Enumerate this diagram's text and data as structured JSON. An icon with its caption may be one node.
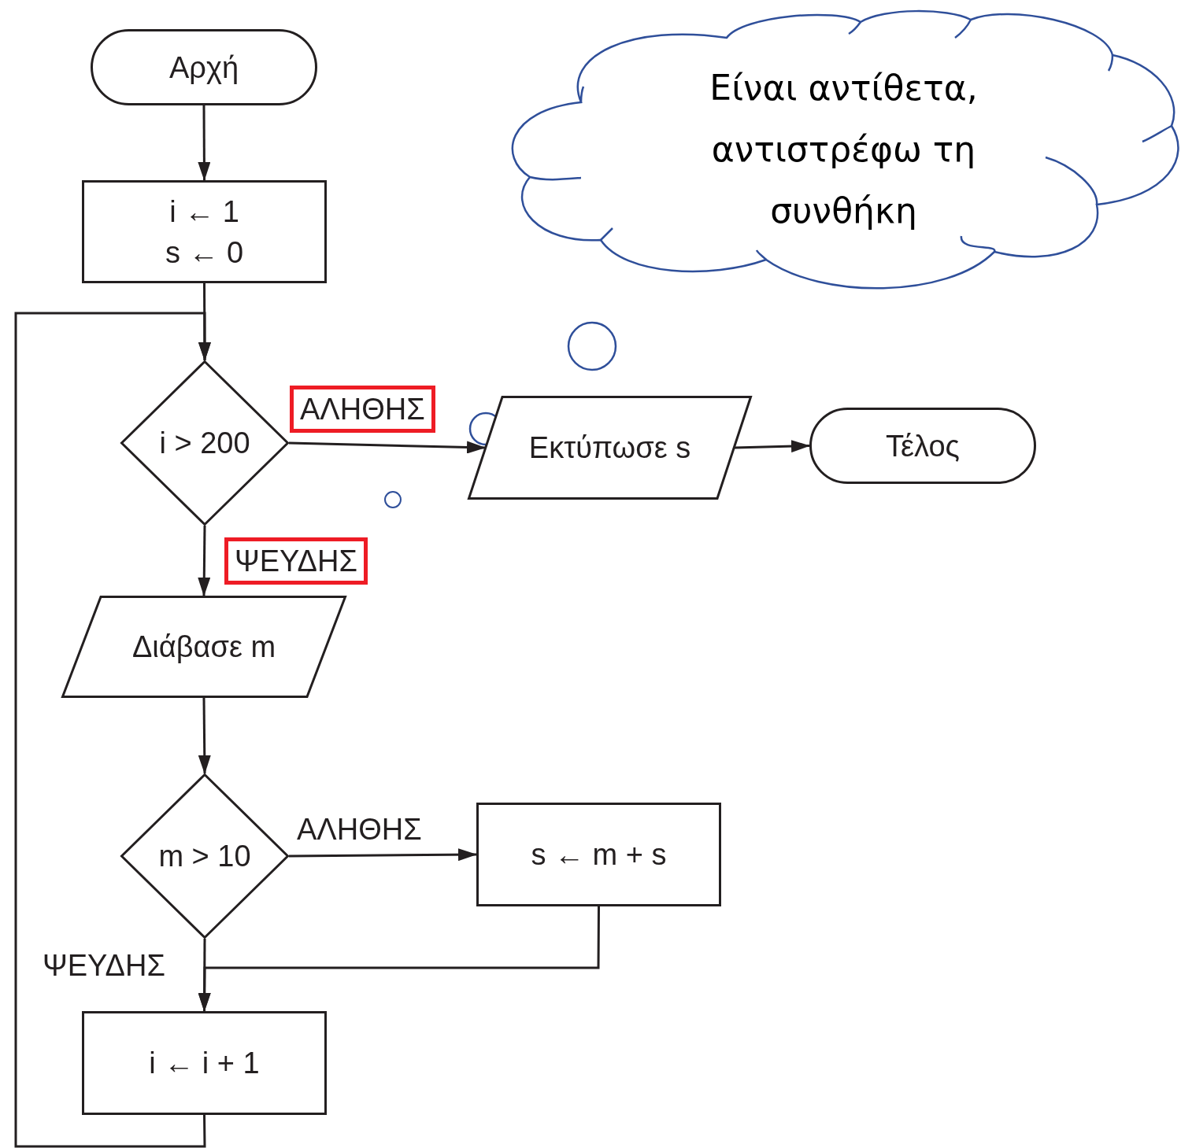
{
  "diagram": {
    "nodes": [
      {
        "text": [
          "Αρχή"
        ]
      },
      {
        "text": [
          "i ← 1",
          "s ← 0"
        ]
      },
      {
        "text": [
          "i > 200"
        ]
      },
      {
        "text": [
          "Εκτύπωσε s"
        ]
      },
      {
        "text": [
          "Τέλος"
        ]
      },
      {
        "text": [
          "Διάβασε m"
        ]
      },
      {
        "text": [
          "m > 10"
        ]
      },
      {
        "text": [
          "s ← m + s"
        ]
      },
      {
        "text": [
          "i ← i + 1"
        ]
      },
      {
        "text": [
          "Είναι αντίθετα, αντιστρέφω τη συνθήκη"
        ]
      }
    ],
    "edges": [
      {
        "from": 0,
        "to": 1,
        "arrow": "to"
      },
      {
        "from": 1,
        "to": 2,
        "arrow": "to"
      },
      {
        "from": 2,
        "to": 3,
        "arrow": "to",
        "label": "ΑΛΗΘΗΣ"
      },
      {
        "from": 3,
        "to": 4,
        "arrow": "to"
      },
      {
        "from": 2,
        "to": 5,
        "arrow": "to",
        "label": "ΨΕΥΔΗΣ"
      },
      {
        "from": 5,
        "to": 6,
        "arrow": "to"
      },
      {
        "from": 6,
        "to": 7,
        "arrow": "to",
        "label": "ΑΛΗΘΗΣ"
      },
      {
        "from": 7,
        "to": 8,
        "arrow": "to"
      },
      {
        "from": 6,
        "to": 8,
        "arrow": "to",
        "label": "ΨΕΥΔΗΣ"
      },
      {
        "from": 8,
        "to": 2,
        "arrow": "to"
      }
    ]
  }
}
